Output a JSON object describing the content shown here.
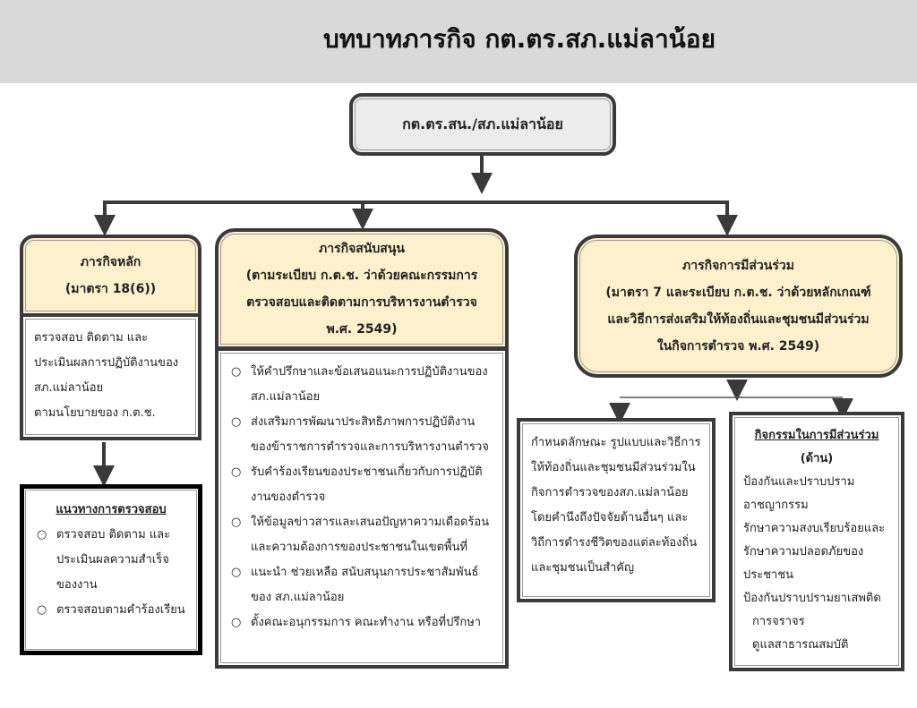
{
  "title": "บทบาทภารกิจ กต.ตร.สภ.แม่ลาน้อย",
  "root": "กต.ตร.สน./สภ.แม่ลาน้อย",
  "main_mission": {
    "title": "ภารกิจหลัก",
    "subtitle": "(มาตรา 18(6))",
    "body": [
      "ตรวจสอบ ติดตาม และ",
      "ประเมินผลการปฏิบัติงานของ",
      "สภ.แม่ลาน้อย",
      "ตามนโยบายของ ก.ต.ช."
    ],
    "guideline_title": "แนวทางการตรวจสอบ",
    "guidelines": [
      "ตรวจสอบ ติดตาม และประเมินผลความสำเร็จของงาน",
      "ตรวจสอบตามคำร้องเรียน"
    ]
  },
  "support_mission": {
    "title": "ภารกิจสนับสนุน",
    "lines": [
      "(ตามระเบียบ ก.ต.ช. ว่าด้วยคณะกรรมการ",
      "ตรวจสอบและติดตามการบริหารงานตำรวจ",
      "พ.ศ. 2549)"
    ],
    "items": [
      "ให้คำปรึกษาและข้อเสนอแนะการปฏิบัติงานของ สภ.แม่ลาน้อย",
      "ส่งเสริมการพัฒนาประสิทธิภาพการปฏิบัติงานของข้าราชการตำรวจและการบริหารงานตำรวจ",
      "รับคำร้องเรียนของประชาชนเกี่ยวกับการปฏิบัติงานของตำรวจ",
      "ให้ข้อมูลข่าวสารและเสนอปัญหาความเดือดร้อนและความต้องการของประชาชนในเขตพื้นที่",
      "แนะนำ ช่วยเหลือ สนับสนุนการประชาสัมพันธ์ ของ สภ.แม่ลาน้อย",
      "ตั้งคณะอนุกรรมการ คณะทำงาน หรือที่ปรึกษา"
    ]
  },
  "participation_mission": {
    "title": "ภารกิจการมีส่วนร่วม",
    "lines": [
      "(มาตรา 7 และระเบียบ ก.ต.ช. ว่าด้วยหลักเกณฑ์",
      "และวิธีการส่งเสริมให้ท้องถิ่นและชุมชนมีส่วนร่วม",
      "ในกิจการตำรวจ พ.ศ. 2549)"
    ],
    "define_text": "กำหนดลักษณะ รูปแบบและวิธีการให้ท้องถิ่นและชุมชนมีส่วนร่วมในกิจการตำรวจของสภ.แม่ลาน้อย โดยคำนึงถึงปัจจัยด้านอื่นๆ และวิถีการดำรงชีวิตของแต่ละท้องถิ่นและชุมชนเป็นสำคัญ",
    "activities_title": "กิจกรรมในการมีส่วนร่วม",
    "activities_subtitle": "(ด้าน)",
    "activities": [
      "ป้องกันและปราบปรามอาชญากรรม",
      "รักษาความสงบเรียบร้อยและรักษาความปลอดภัยของประชาชน",
      "ป้องกันปราบปรามยาเสพติด",
      "การจราจร",
      "ดูแลสาธารณสมบัติ"
    ]
  }
}
